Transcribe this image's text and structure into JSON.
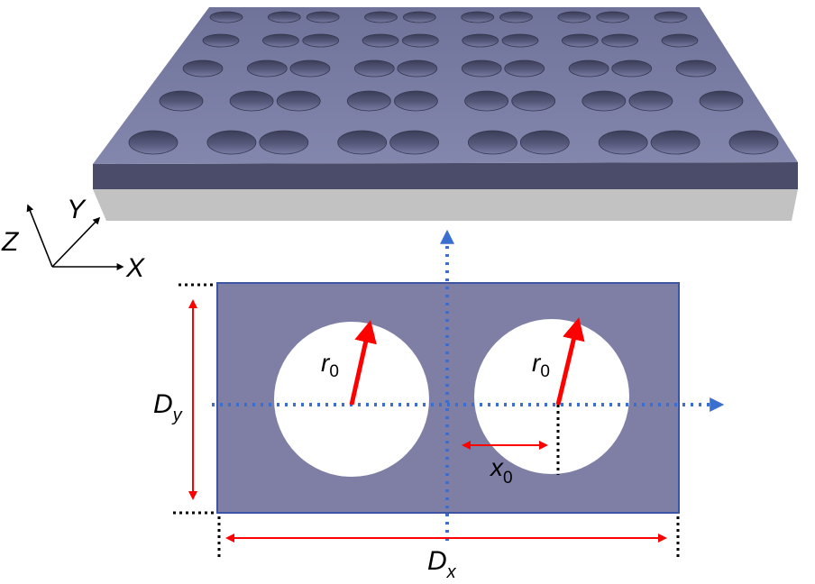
{
  "axes": {
    "x": "X",
    "y": "Y",
    "z": "Z"
  },
  "unit_cell": {
    "radius_symbol": "r",
    "radius_subscript": "0",
    "offset_symbol": "x",
    "offset_subscript": "0",
    "period_y_symbol": "D",
    "period_y_subscript": "y",
    "period_x_symbol": "D",
    "period_x_subscript": "x"
  },
  "colors": {
    "slab_top": "#7b7ea6",
    "slab_front": "#4a4c6a",
    "substrate": "#c2c2c2",
    "cell_fill": "#7f7fa5",
    "cell_border": "#3b54a5",
    "hole": "#ffffff",
    "dimension_arrow": "#ff0000",
    "symmetry_axis": "#3a6fcf",
    "axis_arrow": "#000000"
  }
}
